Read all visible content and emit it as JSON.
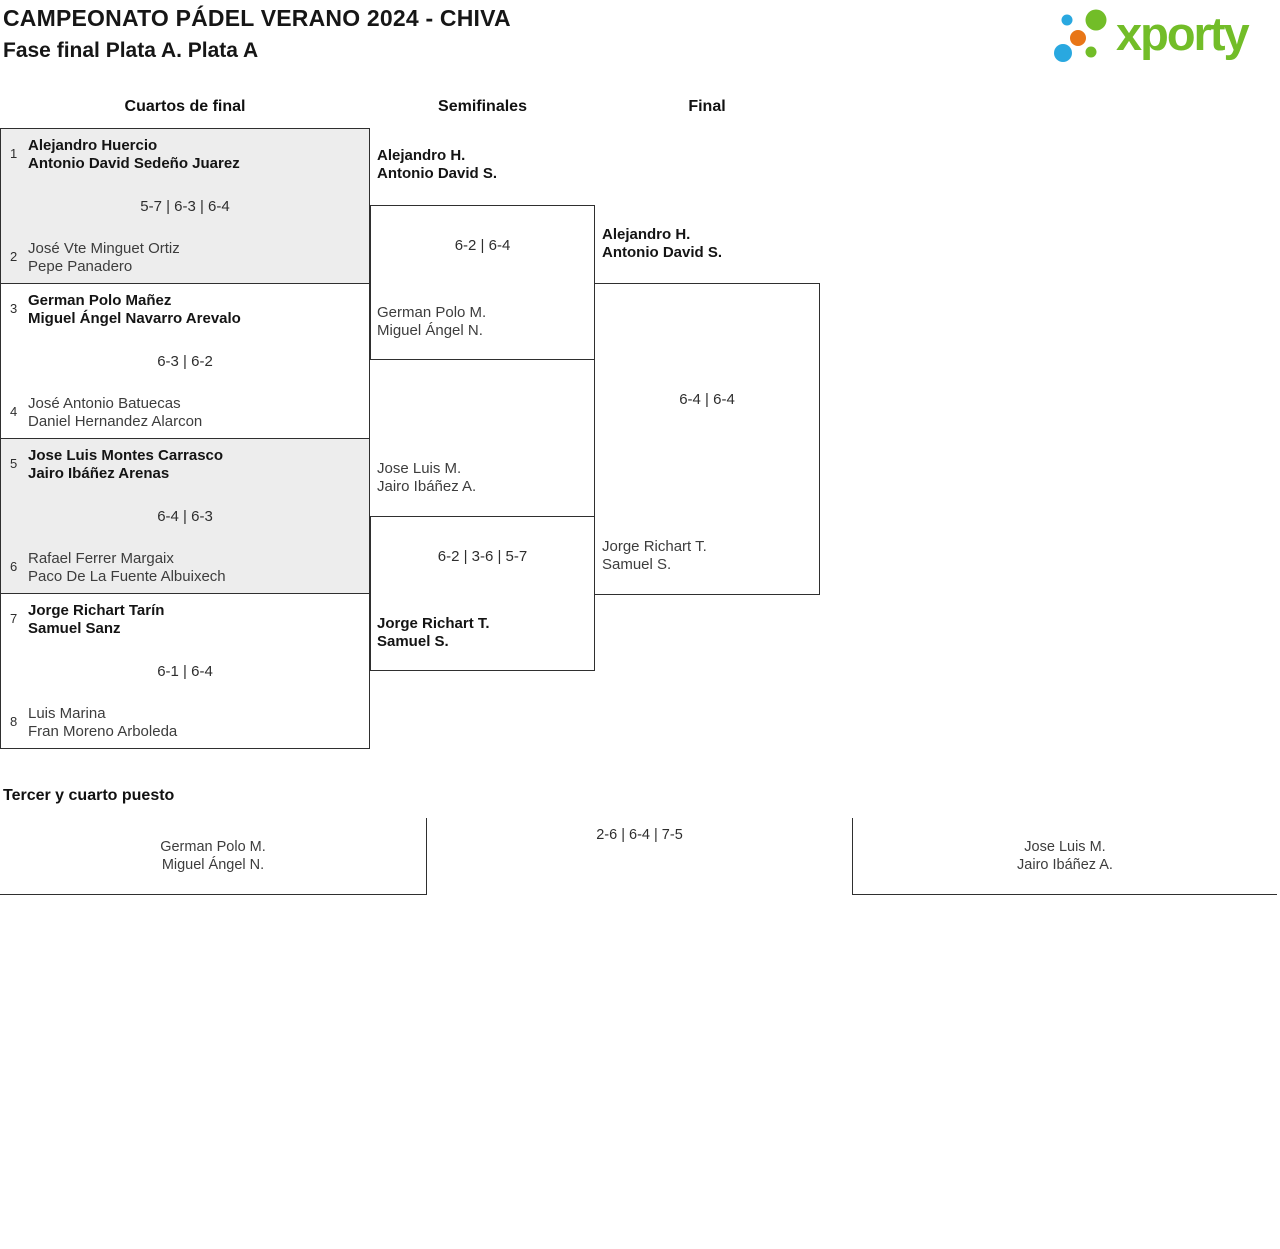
{
  "header": {
    "title": "CAMPEONATO PÁDEL VERANO 2024 - CHIVA",
    "subtitle": "Fase final Plata A. Plata A",
    "logo_text": "xporty"
  },
  "round_headers": {
    "quarterfinals": "Cuartos de final",
    "semifinals": "Semifinales",
    "final": "Final"
  },
  "colors": {
    "logo_green": "#72bd28",
    "logo_blue": "#29a8e0",
    "logo_orange": "#e87617",
    "shaded_block_bg": "#ededed",
    "bracket_line": "#2f2f2f"
  },
  "quarterfinals": [
    {
      "seed_top": "1",
      "team_top": [
        "Alejandro Huercio",
        "Antonio David Sedeño Juarez"
      ],
      "top_winner": true,
      "score": "5-7 | 6-3 | 6-4",
      "seed_bottom": "2",
      "team_bottom": [
        "José Vte Minguet Ortiz",
        "Pepe Panadero"
      ],
      "bottom_winner": false
    },
    {
      "seed_top": "3",
      "team_top": [
        "German Polo Mañez",
        "Miguel Ángel Navarro Arevalo"
      ],
      "top_winner": true,
      "score": "6-3 | 6-2",
      "seed_bottom": "4",
      "team_bottom": [
        "José Antonio Batuecas",
        "Daniel Hernandez Alarcon"
      ],
      "bottom_winner": false
    },
    {
      "seed_top": "5",
      "team_top": [
        "Jose Luis Montes Carrasco",
        "Jairo Ibáñez Arenas"
      ],
      "top_winner": true,
      "score": "6-4 | 6-3",
      "seed_bottom": "6",
      "team_bottom": [
        "Rafael Ferrer Margaix",
        "Paco De La Fuente Albuixech"
      ],
      "bottom_winner": false
    },
    {
      "seed_top": "7",
      "team_top": [
        "Jorge Richart Tarín",
        "Samuel Sanz"
      ],
      "top_winner": true,
      "score": "6-1 | 6-4",
      "seed_bottom": "8",
      "team_bottom": [
        "Luis Marina",
        "Fran Moreno Arboleda"
      ],
      "bottom_winner": false
    }
  ],
  "semifinals": [
    {
      "team_top": [
        "Alejandro H.",
        "Antonio David S."
      ],
      "top_winner": true,
      "score": "6-2 | 6-4",
      "team_bottom": [
        "German Polo M.",
        "Miguel Ángel N."
      ],
      "bottom_winner": false
    },
    {
      "team_top": [
        "Jose Luis M.",
        "Jairo Ibáñez A."
      ],
      "top_winner": false,
      "score": "6-2 | 3-6 | 5-7",
      "team_bottom": [
        "Jorge Richart T.",
        "Samuel S."
      ],
      "bottom_winner": true
    }
  ],
  "final": {
    "team_top": [
      "Alejandro H.",
      "Antonio David S."
    ],
    "top_winner": true,
    "score": "6-4 | 6-4",
    "team_bottom": [
      "Jorge Richart T.",
      "Samuel S."
    ],
    "bottom_winner": false
  },
  "third_place": {
    "heading": "Tercer y cuarto puesto",
    "team_left": [
      "German Polo M.",
      "Miguel Ángel N."
    ],
    "left_winner": false,
    "score": "2-6 | 6-4 | 7-5",
    "team_right": [
      "Jose Luis M.",
      "Jairo Ibáñez A."
    ],
    "right_winner": false
  }
}
